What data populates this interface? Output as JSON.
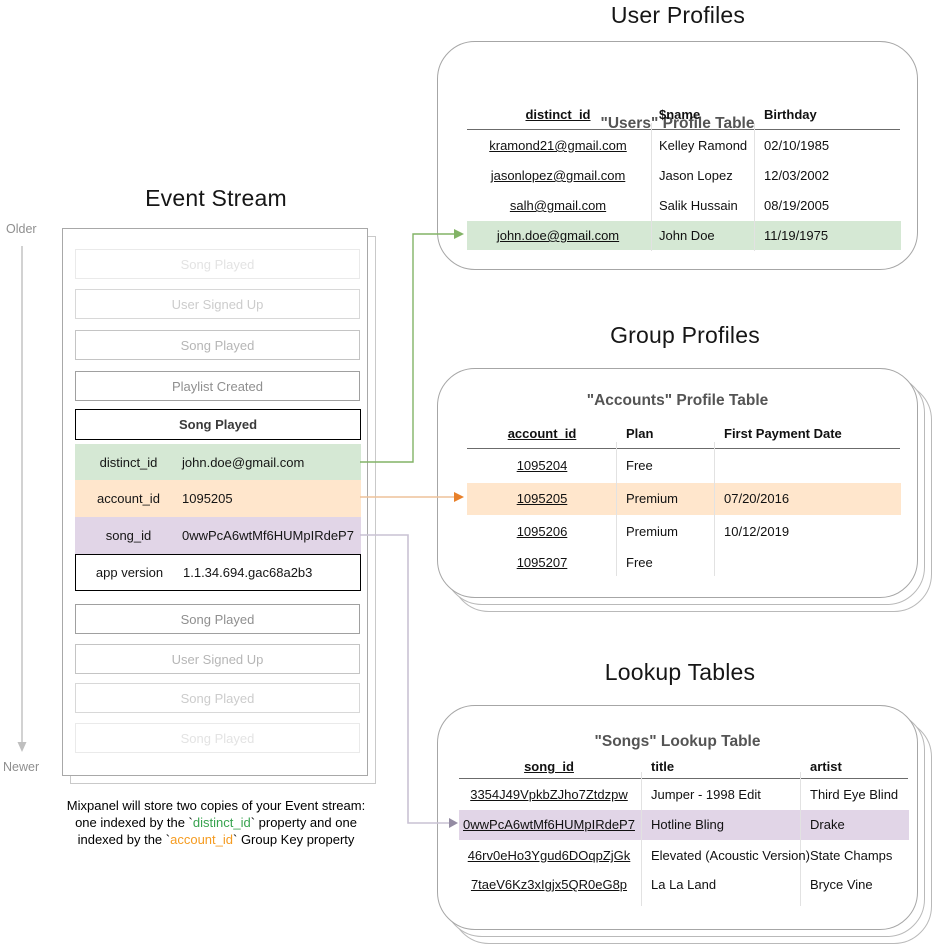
{
  "titles": {
    "event_stream": "Event Stream",
    "user_profiles": "User Profiles",
    "group_profiles": "Group Profiles",
    "lookup_tables": "Lookup Tables"
  },
  "timeline": {
    "older": "Older",
    "newer": "Newer"
  },
  "event_stream": {
    "events_before": [
      "Song Played",
      "User Signed Up",
      "Song Played",
      "Playlist Created"
    ],
    "focused_event": {
      "name": "Song Played",
      "properties": [
        {
          "key": "distinct_id",
          "value": "john.doe@gmail.com",
          "highlight": "green"
        },
        {
          "key": "account_id",
          "value": "1095205",
          "highlight": "orange"
        },
        {
          "key": "song_id",
          "value": "0wwPcA6wtMf6HUMpIRdeP7",
          "highlight": "purple"
        },
        {
          "key": "app version",
          "value": "1.1.34.694.gac68a2b3",
          "highlight": "none"
        }
      ]
    },
    "events_after": [
      "Song Played",
      "User Signed Up",
      "Song Played",
      "Song Played"
    ]
  },
  "caption": {
    "line1": "Mixpanel will store two copies of your Event stream:",
    "line2_pre": "one indexed by the `",
    "line2_code": "distinct_id",
    "line2_post": "` property and one",
    "line3_pre": "indexed by the `",
    "line3_code": "account_id",
    "line3_post": "` Group Key property"
  },
  "users_table": {
    "title": "\"Users\" Profile Table",
    "columns": [
      "distinct_id",
      "$name",
      "Birthday"
    ],
    "rows": [
      [
        "kramond21@gmail.com",
        "Kelley Ramond",
        "02/10/1985"
      ],
      [
        "jasonlopez@gmail.com",
        "Jason Lopez",
        "12/03/2002"
      ],
      [
        "salh@gmail.com",
        "Salik Hussain",
        "08/19/2005"
      ],
      [
        "john.doe@gmail.com",
        "John Doe",
        "11/19/1975"
      ]
    ],
    "highlighted_row": 3,
    "highlight_color": "#d5e8d4"
  },
  "accounts_table": {
    "title": "\"Accounts\" Profile Table",
    "columns": [
      "account_id",
      "Plan",
      "First Payment Date"
    ],
    "rows": [
      [
        "1095204",
        "Free",
        ""
      ],
      [
        "1095205",
        "Premium",
        "07/20/2016"
      ],
      [
        "1095206",
        "Premium",
        "10/12/2019"
      ],
      [
        "1095207",
        "Free",
        ""
      ]
    ],
    "highlighted_row": 1,
    "highlight_color": "#ffe6cc"
  },
  "songs_table": {
    "title": "\"Songs\" Lookup Table",
    "columns": [
      "song_id",
      "title",
      "artist"
    ],
    "rows": [
      [
        "3354J49VpkbZJho7Ztdzpw",
        "Jumper - 1998 Edit",
        "Third Eye Blind"
      ],
      [
        "0wwPcA6wtMf6HUMpIRdeP7",
        "Hotline Bling",
        "Drake"
      ],
      [
        "46rv0eHo3Ygud6DOqpZjGk",
        "Elevated (Acoustic Version)",
        "State Champs"
      ],
      [
        "7taeV6Kz3xIgjx5QR0eG8p",
        "La La Land",
        "Bryce Vine"
      ]
    ],
    "highlighted_row": 1,
    "highlight_color": "#e1d5e7"
  },
  "colors": {
    "green_highlight": "#d5e8d4",
    "orange_highlight": "#ffe6cc",
    "purple_highlight": "#e1d5e7",
    "green_arrow": "#82b366",
    "orange_arrow": "#e8802a",
    "purple_arrow": "#948ca3",
    "caption_distinct_id_color": "#38a34f",
    "caption_account_id_color": "#f59b20"
  }
}
